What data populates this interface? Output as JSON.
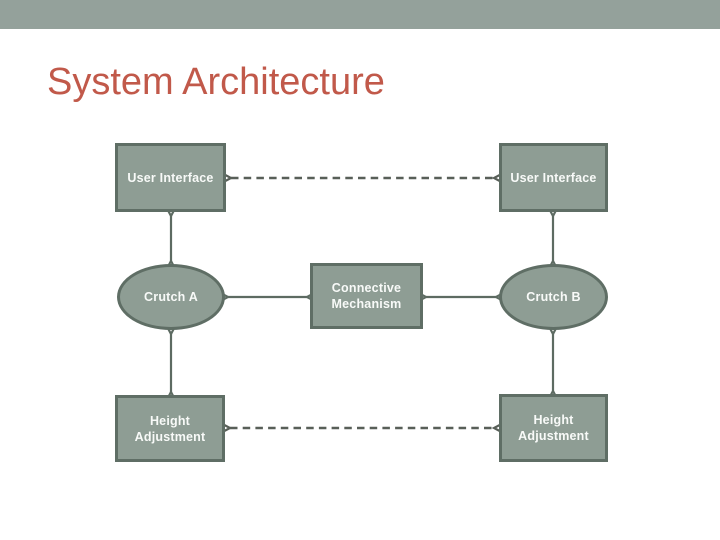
{
  "slide": {
    "title": "System Architecture"
  },
  "theme": {
    "top_bar_color": "#94a19b",
    "title_color": "#c1594a",
    "node_fill_color": "#8e9d94",
    "node_border_color": "#5f6e65",
    "node_text_color": "#f8faf8",
    "solid_connector_color": "#5d6b62",
    "dashed_connector_color": "#585f58",
    "background_color": "#ffffff"
  },
  "diagram": {
    "nodes": [
      {
        "id": "user-interface-left",
        "shape": "rectangle",
        "label": "User Interface"
      },
      {
        "id": "user-interface-right",
        "shape": "rectangle",
        "label": "User Interface"
      },
      {
        "id": "crutch-a",
        "shape": "ellipse",
        "label": "Crutch A"
      },
      {
        "id": "connective-mechanism",
        "shape": "rectangle",
        "label": "Connective Mechanism"
      },
      {
        "id": "crutch-b",
        "shape": "ellipse",
        "label": "Crutch B"
      },
      {
        "id": "height-adjustment-left",
        "shape": "rectangle",
        "label": "Height Adjustment"
      },
      {
        "id": "height-adjustment-right",
        "shape": "rectangle",
        "label": "Height Adjustment"
      }
    ],
    "connectors": [
      {
        "id": "ui-left-to-ui-right",
        "style": "dashed",
        "direction": "both",
        "from": "user-interface-left",
        "to": "user-interface-right"
      },
      {
        "id": "crutch-a-to-connective",
        "style": "solid",
        "direction": "both",
        "from": "crutch-a",
        "to": "connective-mechanism"
      },
      {
        "id": "connective-to-crutch-b",
        "style": "solid",
        "direction": "both",
        "from": "connective-mechanism",
        "to": "crutch-b"
      },
      {
        "id": "height-left-to-height-right",
        "style": "dashed",
        "direction": "both",
        "from": "height-adjustment-left",
        "to": "height-adjustment-right"
      },
      {
        "id": "ui-left-to-crutch-a",
        "style": "solid",
        "direction": "both",
        "from": "user-interface-left",
        "to": "crutch-a"
      },
      {
        "id": "crutch-a-to-height-left",
        "style": "solid",
        "direction": "both",
        "from": "crutch-a",
        "to": "height-adjustment-left"
      },
      {
        "id": "ui-right-to-crutch-b",
        "style": "solid",
        "direction": "both",
        "from": "user-interface-right",
        "to": "crutch-b"
      },
      {
        "id": "crutch-b-to-height-right",
        "style": "solid",
        "direction": "both",
        "from": "crutch-b",
        "to": "height-adjustment-right"
      }
    ]
  }
}
